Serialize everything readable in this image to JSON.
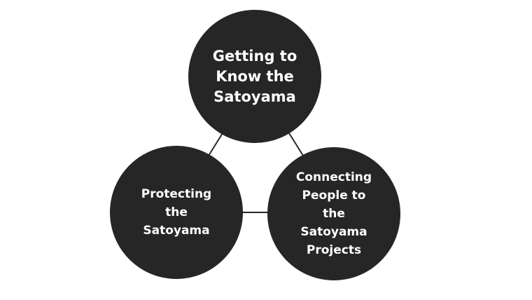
{
  "diagram": {
    "nodes": {
      "top": {
        "label": "Getting to\nKnow the\nSatoyama"
      },
      "left": {
        "label": "Protecting\nthe\nSatoyama"
      },
      "right": {
        "label": "Connecting\nPeople to\nthe\nSatoyama\nProjects"
      }
    },
    "edges": [
      {
        "from": "top",
        "to": "left"
      },
      {
        "from": "top",
        "to": "right"
      },
      {
        "from": "left",
        "to": "right"
      }
    ],
    "colors": {
      "node_fill": "#262626",
      "node_text": "#ffffff",
      "connector": "#262626",
      "background": "#ffffff"
    }
  }
}
